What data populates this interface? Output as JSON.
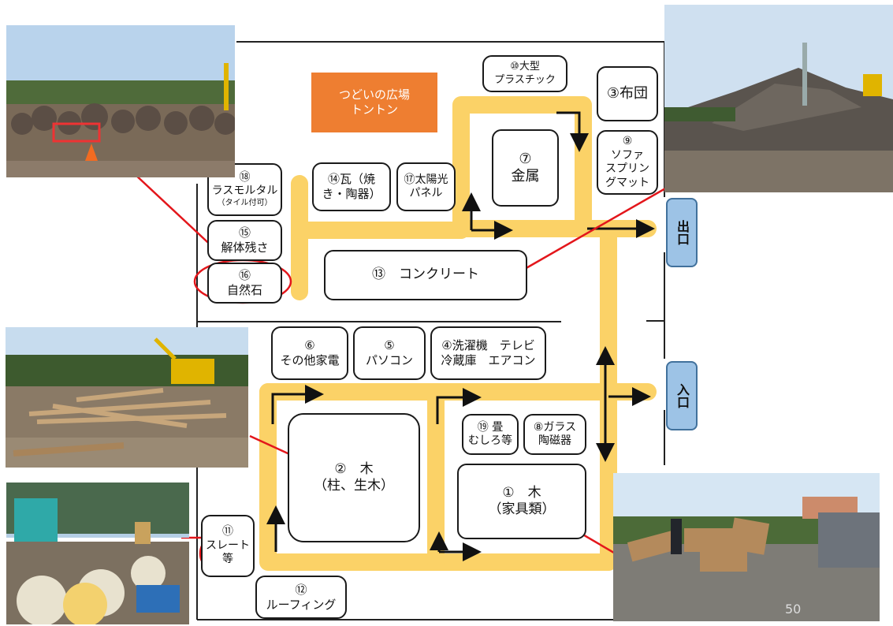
{
  "plaza": {
    "line1": "つどいの広場",
    "line2": "トントン"
  },
  "gates": {
    "exit": "出口",
    "entrance": "入口"
  },
  "areas": {
    "big_plastic": {
      "num": "⑩大型",
      "label": "プラスチック"
    },
    "futon": {
      "label": "③布団"
    },
    "metal": {
      "num": "⑦",
      "label": "金属"
    },
    "sofa": {
      "num": "⑨",
      "line1": "ソファ",
      "line2": "スプリン",
      "line3": "グマット"
    },
    "lath_mortar": {
      "num": "⑱",
      "label": "ラスモルタル",
      "note": "（タイル付可）"
    },
    "roof_tile": {
      "line1": "⑭瓦（焼",
      "line2": "き・陶器）"
    },
    "solar": {
      "line1": "⑰太陽光",
      "line2": "パネル"
    },
    "demolition": {
      "num": "⑮",
      "label": "解体残さ"
    },
    "natural_stone": {
      "num": "⑯",
      "label": "自然石"
    },
    "concrete": {
      "label": "⑬　コンクリート"
    },
    "other_appliances": {
      "num": "⑥",
      "label": "その他家電"
    },
    "pc": {
      "num": "⑤",
      "label": "パソコン"
    },
    "big_appliances": {
      "line1": "④洗濯機　テレビ",
      "line2": "冷蔵庫　エアコン"
    },
    "wood_pillar": {
      "line1": "②　木",
      "line2": "（柱、生木）"
    },
    "tatami": {
      "line1": "⑲ 畳",
      "line2": "むしろ等"
    },
    "glass": {
      "line1": "⑧ガラス",
      "line2": "陶磁器"
    },
    "wood_furniture": {
      "line1": "①　木",
      "line2": "（家具類）"
    },
    "slate": {
      "num": "⑪",
      "line1": "スレート",
      "line2": "等"
    },
    "roofing": {
      "num": "⑫",
      "label": "ルーフィング"
    }
  },
  "photo_watermark": "50",
  "colors": {
    "path": "#fbd267",
    "highlight": "#e3161b",
    "plaza": "#ee7e31",
    "gate": "#9dc3e6"
  }
}
